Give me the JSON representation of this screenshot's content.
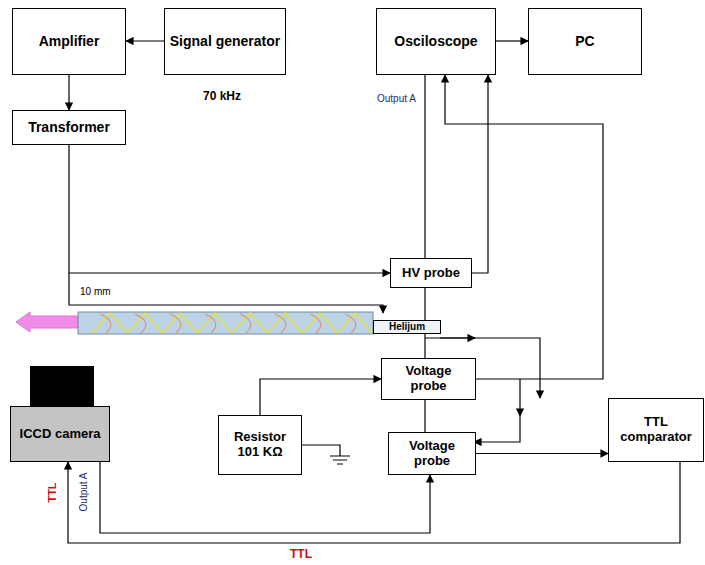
{
  "diagram": {
    "nodes": [
      {
        "text": [
          "Amplifier"
        ]
      },
      {
        "text": [
          "Signal generator"
        ]
      },
      {
        "text": [
          "Osciloscope"
        ]
      },
      {
        "text": [
          "PC"
        ]
      },
      {
        "text": [
          "Transformer"
        ]
      },
      {
        "text": [
          "HV probe"
        ]
      },
      {
        "text": [
          "Helijum"
        ]
      },
      {
        "text": [
          "Voltage probe"
        ]
      },
      {
        "text": [
          "Resistor 101 KΩ"
        ]
      },
      {
        "text": [
          "Voltage probe"
        ]
      },
      {
        "text": [
          "TTL comparator"
        ]
      },
      {
        "text": [
          "ICCD camera"
        ]
      }
    ],
    "edges": [
      {
        "from": 1,
        "to": 0,
        "arrow": "to"
      },
      {
        "from": 2,
        "to": 3,
        "arrow": "to"
      },
      {
        "from": 0,
        "to": 4,
        "arrow": "to"
      },
      {
        "from": 4,
        "to": 5,
        "arrow": "to"
      },
      {
        "from": 5,
        "to": 2,
        "arrow": "to"
      },
      {
        "from": 7,
        "to": 2,
        "arrow": "to"
      },
      {
        "from": 8,
        "to": 7,
        "arrow": "to"
      },
      {
        "from": 9,
        "to": 10,
        "arrow": "to"
      },
      {
        "from": 10,
        "to": 11,
        "arrow": "to"
      },
      {
        "from": 11,
        "to": 9,
        "arrow": "to"
      }
    ],
    "labels": [
      "70 kHz",
      "Output A",
      "10 mm",
      "TTL",
      "Output A",
      "TTL"
    ]
  }
}
